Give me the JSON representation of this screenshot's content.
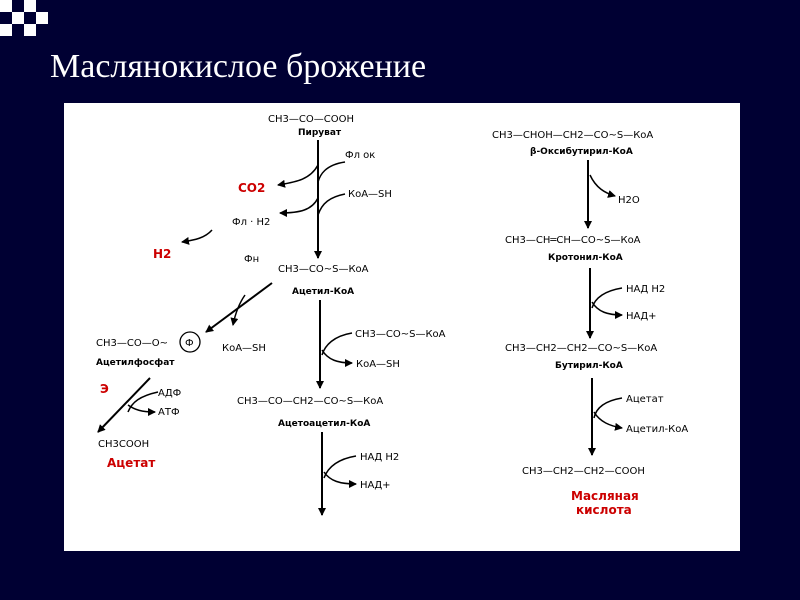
{
  "slide": {
    "title": "Маслянокислое брожение"
  },
  "diagram": {
    "left": {
      "pyruvate_formula": "CH3—CO—COOH",
      "pyruvate_label": "Пируват",
      "phi_ok": "Фл ок",
      "koa_sh_in": "КоА—SH",
      "co2": "CO2",
      "phi_h2": "Фл · Н2",
      "h2": "H2",
      "phi_n": "Фн",
      "acetyl_koa_formula": "CH3—CO~S—КоА",
      "acetyl_koa_label": "Ацетил-КоА",
      "acetylphosphate_formula": "CH3—CO—O~",
      "phosphate_symbol": "Ф",
      "acetylphosphate_label": "Ацетилфосфат",
      "koa_sh_out": "КоА—SH",
      "enzyme_e": "Э",
      "adf": "АДФ",
      "atf": "АТФ",
      "acetate_formula": "CH3COOH",
      "acetate_label": "Ацетат",
      "acetyl_koa_in_formula": "CH3—CO~S—КоА",
      "koa_sh_release": "КоА—SH",
      "acetoacetyl_formula": "CH3—CO—CH2—CO~S—КоА",
      "acetoacetyl_label": "Ацетоацетил-КоА",
      "nad_h2": "НАД Н2",
      "nad_plus": "НАД+"
    },
    "right": {
      "oxybutyryl_formula": "CH3—CHOH—CH2—CO~S—КоА",
      "oxybutyryl_label": "β-Оксибутирил-КоА",
      "h2o": "H2O",
      "crotonyl_formula": "CH3—CH═CH—CO~S—КоА",
      "crotonyl_label": "Кротонил-КоА",
      "nad_h2": "НАД Н2",
      "nad_plus": "НАД+",
      "butyryl_formula": "CH3—CH2—CH2—CO~S—КоА",
      "butyryl_label": "Бутирил-КоА",
      "acetate_in": "Ацетат",
      "acetyl_koa_out": "Ацетил-КоА",
      "butyric_formula": "CH3—CH2—CH2—COOH",
      "butyric_label_line1": "Масляная",
      "butyric_label_line2": "кислота"
    }
  },
  "colors": {
    "background": "#000033",
    "title": "#ffffff",
    "highlight": "#cc0000"
  }
}
